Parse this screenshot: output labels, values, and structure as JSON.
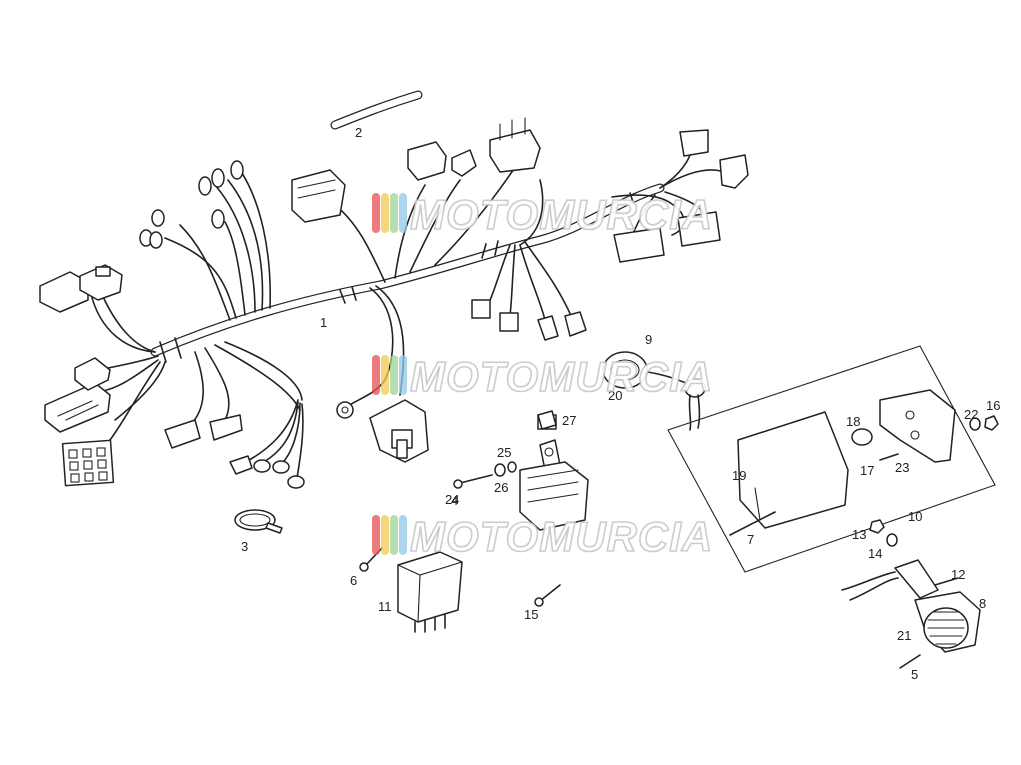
{
  "watermark": {
    "text": "MOTOMURCIA",
    "stripe_colors": [
      "#e84d4d",
      "#f2c94c",
      "#9fd39a",
      "#8fc8e8"
    ]
  },
  "callouts": [
    "1",
    "2",
    "3",
    "4",
    "5",
    "6",
    "7",
    "8",
    "9",
    "10",
    "11",
    "12",
    "13",
    "14",
    "15",
    "16",
    "17",
    "18",
    "19",
    "20",
    "21",
    "22",
    "23",
    "24",
    "25",
    "26",
    "27"
  ]
}
